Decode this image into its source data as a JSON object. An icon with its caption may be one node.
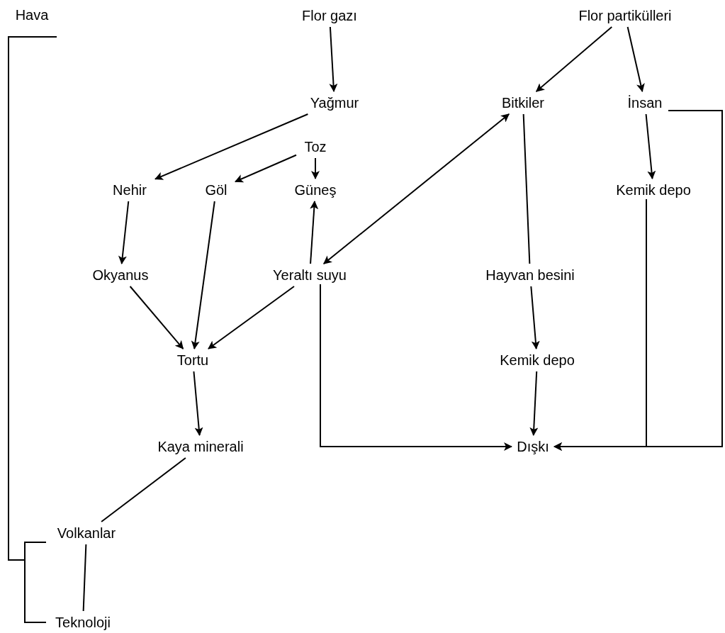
{
  "diagram": {
    "nodes": [
      {
        "text": [
          "Hava"
        ]
      },
      {
        "text": [
          "Flor gazı"
        ]
      },
      {
        "text": [
          "Flor partikülleri"
        ]
      },
      {
        "text": [
          "Yağmur"
        ]
      },
      {
        "text": [
          "Bitkiler"
        ]
      },
      {
        "text": [
          "İnsan"
        ]
      },
      {
        "text": [
          "Toz"
        ]
      },
      {
        "text": [
          "Nehir"
        ]
      },
      {
        "text": [
          "Göl"
        ]
      },
      {
        "text": [
          "Güneş"
        ]
      },
      {
        "text": [
          "Kemik depo"
        ]
      },
      {
        "text": [
          "Okyanus"
        ]
      },
      {
        "text": [
          "Yeraltı suyu"
        ]
      },
      {
        "text": [
          "Hayvan besini"
        ]
      },
      {
        "text": [
          "Tortu"
        ]
      },
      {
        "text": [
          "Kemik depo"
        ]
      },
      {
        "text": [
          "Kaya minerali"
        ]
      },
      {
        "text": [
          "Dışkı"
        ]
      },
      {
        "text": [
          "Volkanlar"
        ]
      },
      {
        "text": [
          "Teknoloji"
        ]
      }
    ],
    "edges": [
      {
        "from": 1,
        "to": 3,
        "arrow": "to"
      },
      {
        "from": 2,
        "to": 4,
        "arrow": "to"
      },
      {
        "from": 2,
        "to": 5,
        "arrow": "to"
      },
      {
        "from": 3,
        "to": 7,
        "arrow": "to"
      },
      {
        "from": 6,
        "to": 8,
        "arrow": "to"
      },
      {
        "from": 6,
        "to": 9,
        "arrow": "to"
      },
      {
        "from": 7,
        "to": 11,
        "arrow": "to"
      },
      {
        "from": 8,
        "to": 14,
        "arrow": "to"
      },
      {
        "from": 12,
        "to": 9,
        "arrow": "to"
      },
      {
        "from": 12,
        "to": 4,
        "arrow": "both"
      },
      {
        "from": 4,
        "to": 13,
        "arrow": "none"
      },
      {
        "from": 5,
        "to": 10,
        "arrow": "to"
      },
      {
        "from": 11,
        "to": 14,
        "arrow": "to"
      },
      {
        "from": 12,
        "to": 14,
        "arrow": "to"
      },
      {
        "from": 13,
        "to": 15,
        "arrow": "to"
      },
      {
        "from": 14,
        "to": 16,
        "arrow": "to"
      },
      {
        "from": 15,
        "to": 17,
        "arrow": "to"
      },
      {
        "from": 12,
        "to": 17,
        "arrow": "to"
      },
      {
        "from": 10,
        "to": 17,
        "arrow": "to"
      },
      {
        "from": 5,
        "to": 17,
        "arrow": "to"
      },
      {
        "from": 16,
        "to": 18,
        "arrow": "none"
      },
      {
        "from": 18,
        "to": 19,
        "arrow": "none"
      },
      {
        "from": 0,
        "to": 18,
        "arrow": "none"
      },
      {
        "from": 0,
        "to": 19,
        "arrow": "none"
      }
    ]
  }
}
